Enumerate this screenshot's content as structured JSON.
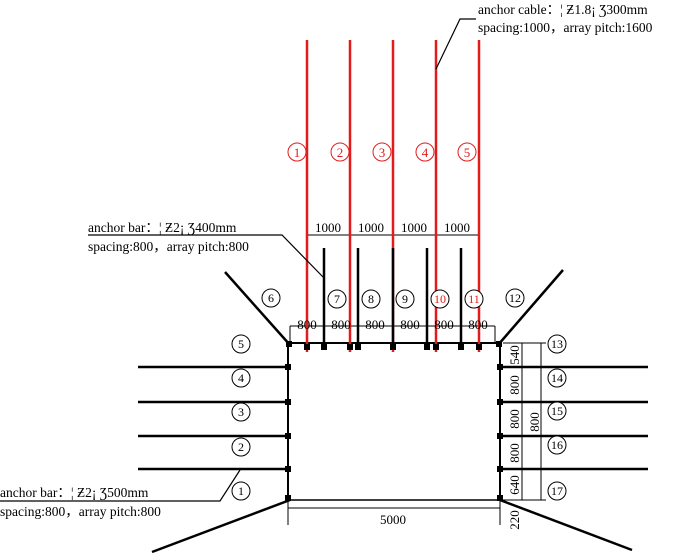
{
  "colors": {
    "cable": "#e21b1b",
    "bar": "#000000",
    "background": "#ffffff"
  },
  "annotations": {
    "cable_line1": "anchor cable：¦ Ƶ1.8¡ Ʒ300mm",
    "cable_line2": "spacing:1000，array pitch:1600",
    "top_bar_line1": "anchor bar：¦ Ƶ2¡ Ʒ400mm",
    "top_bar_line2": "spacing:800，array pitch:800",
    "side_bar_line1": "anchor bar：¦ Ƶ2¡ Ʒ500mm",
    "side_bar_line2": "spacing:800，array pitch:800"
  },
  "dimensions": {
    "cable_spacing": [
      "1000",
      "1000",
      "1000",
      "1000"
    ],
    "top_bar_spacing": [
      "800",
      "800",
      "800",
      "800",
      "800",
      "800"
    ],
    "right_side": [
      "540",
      "800",
      "800",
      "800",
      "640"
    ],
    "right_total": "800",
    "right_bottom": "220",
    "bottom_width": "5000"
  },
  "labels": {
    "cables": [
      "1",
      "2",
      "3",
      "4",
      "5"
    ],
    "left_bars": [
      "5",
      "4",
      "3",
      "2",
      "1"
    ],
    "top_bars": [
      "6",
      "7",
      "8",
      "9",
      "10",
      "11",
      "12"
    ],
    "right_bars": [
      "13",
      "14",
      "15",
      "16",
      "17"
    ]
  }
}
